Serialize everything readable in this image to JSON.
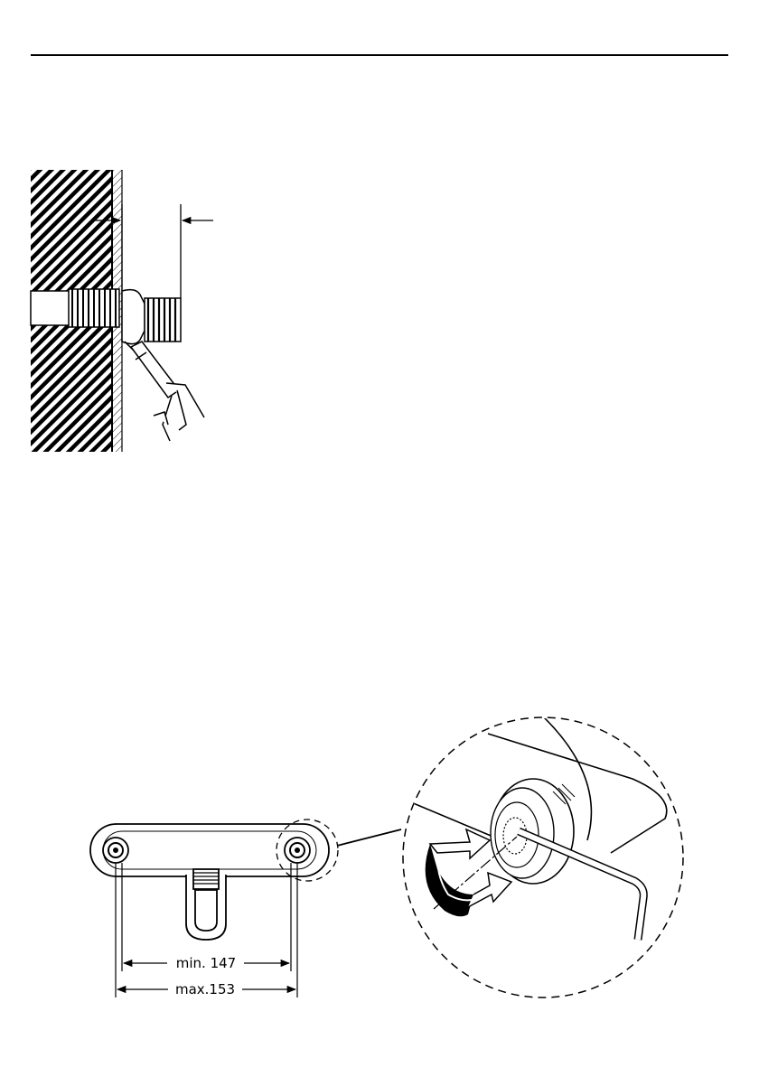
{
  "figures": {
    "wall_installation": {
      "description_visible": false
    },
    "mounting_bar": {
      "dimension_min": "min. 147",
      "dimension_max": "max.153"
    },
    "detail_view": {
      "tool": "allen-key"
    }
  },
  "colors": {
    "line": "#000000",
    "background": "#ffffff"
  }
}
